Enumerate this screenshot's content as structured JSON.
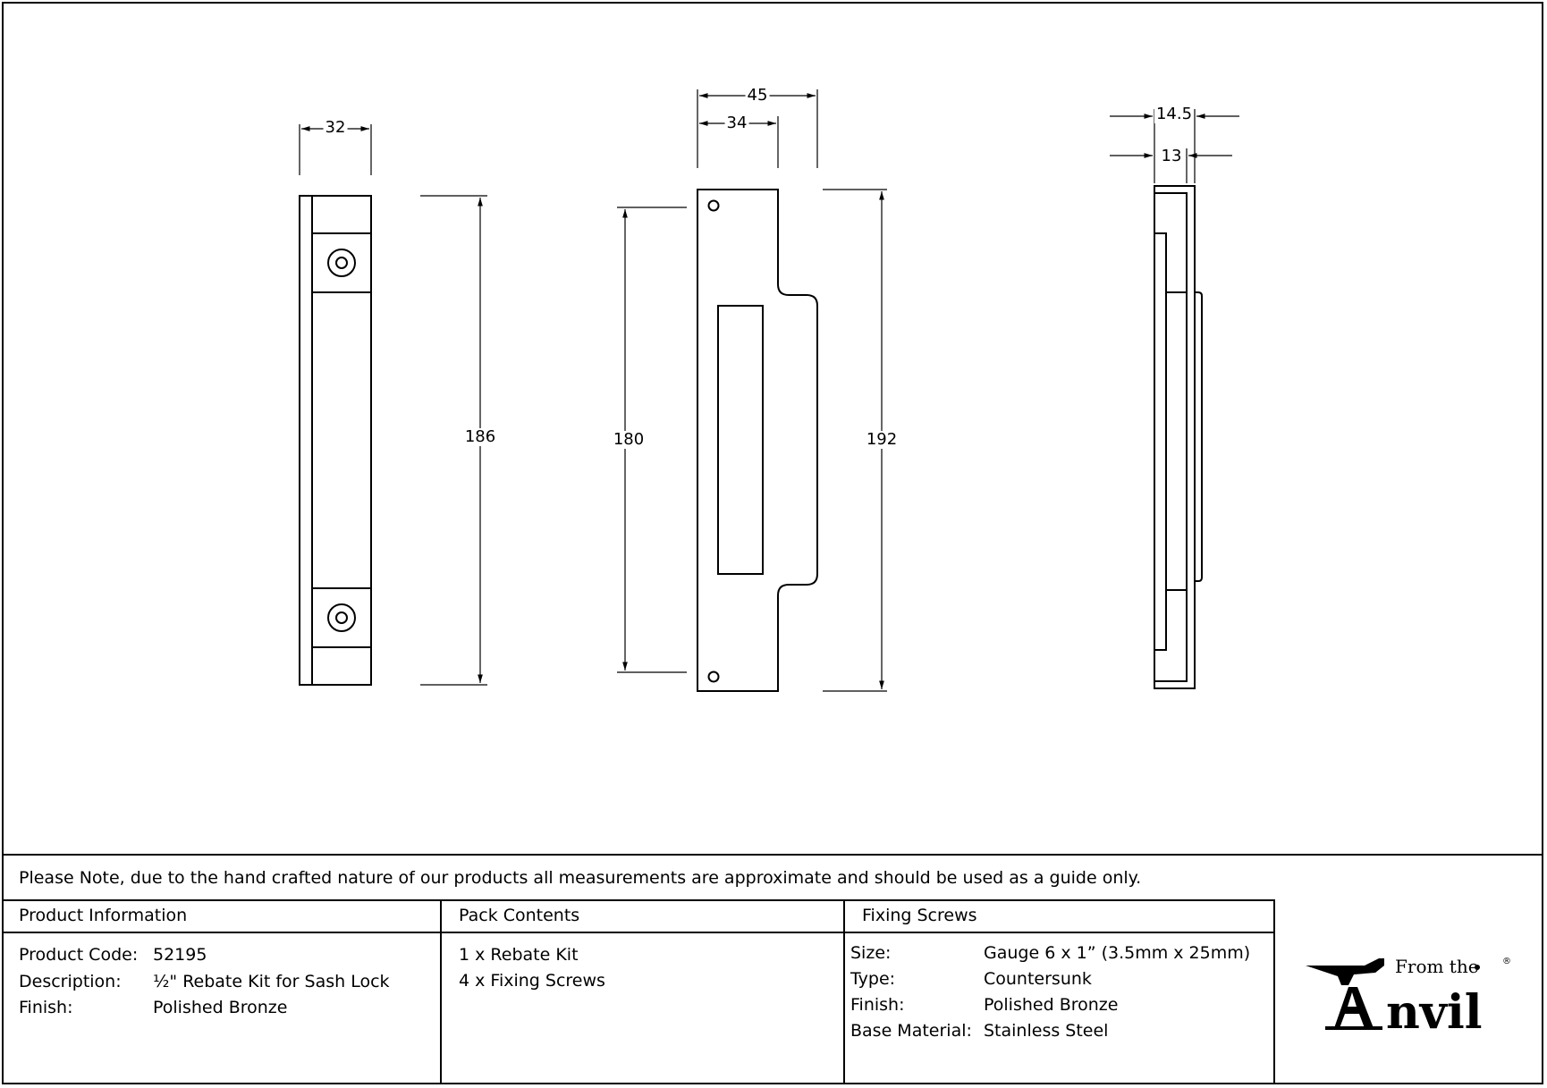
{
  "dimensions": {
    "front_width": "32",
    "front_height": "186",
    "strike_outer_width": "45",
    "strike_inner_width": "34",
    "strike_hole_spacing": "180",
    "strike_height": "192",
    "side_outer_depth": "14.5",
    "side_inner_depth": "13"
  },
  "note": "Please Note, due to the hand crafted nature of our products all measurements are approximate and should be used as a guide only.",
  "product_info": {
    "header": "Product Information",
    "rows": [
      {
        "label": "Product Code:",
        "value": "52195"
      },
      {
        "label": "Description:",
        "value": "½\" Rebate Kit for Sash Lock"
      },
      {
        "label": "Finish:",
        "value": "Polished Bronze"
      }
    ]
  },
  "pack_contents": {
    "header": "Pack Contents",
    "items": [
      "1 x Rebate Kit",
      "4 x Fixing Screws"
    ]
  },
  "fixing_screws": {
    "header": "Fixing Screws",
    "rows": [
      {
        "label": "Size:",
        "value": "Gauge 6 x 1” (3.5mm x 25mm)"
      },
      {
        "label": "Type:",
        "value": "Countersunk"
      },
      {
        "label": "Finish:",
        "value": "Polished Bronze"
      },
      {
        "label": "Base Material:",
        "value": "Stainless Steel"
      }
    ]
  },
  "logo": {
    "text_small": "From the",
    "text_large": "nvil",
    "mark": "®"
  }
}
